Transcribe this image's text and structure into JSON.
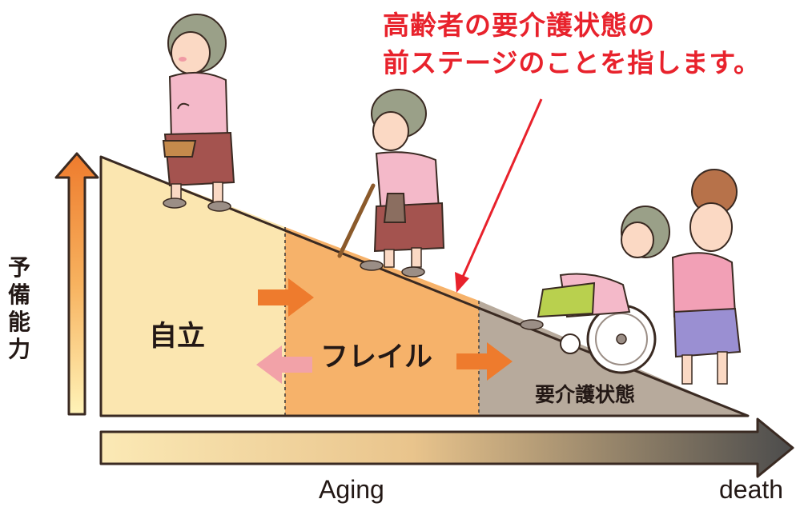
{
  "caption": {
    "line1": "高齢者の要介護状態の",
    "line2": "前ステージのことを指します。"
  },
  "vertical_axis": {
    "chars": [
      "予",
      "備",
      "能",
      "力"
    ]
  },
  "stages": {
    "independent": "自立",
    "frail": "フレイル",
    "care_needed": "要介護状態"
  },
  "horizontal_axis": {
    "start_label": "Aging",
    "end_label": "death"
  },
  "colors": {
    "caption_red": "#e8222c",
    "independent_fill": "#fbe6b0",
    "frail_fill": "#f6b26a",
    "care_fill": "#b7aa9c",
    "arrow_orange": "#ee7b2d",
    "arrow_pink": "#f2a2a8",
    "text_dark": "#231815"
  }
}
